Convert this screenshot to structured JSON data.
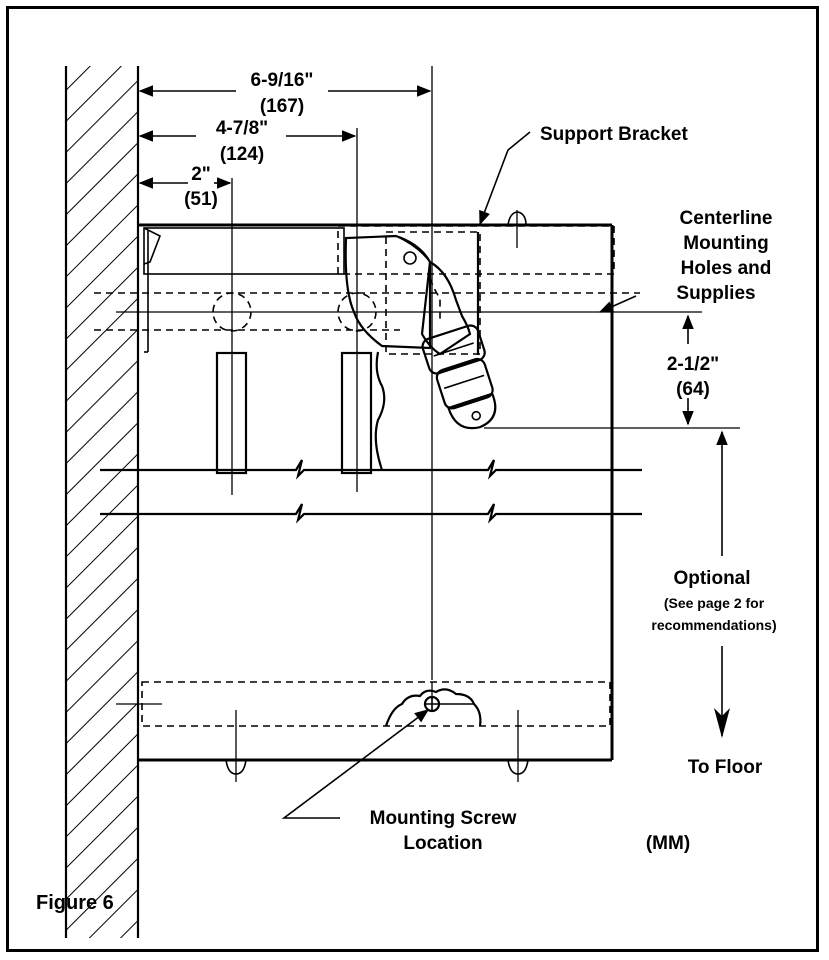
{
  "figure_label": "Figure 6",
  "units_note": "(MM)",
  "dimensions": {
    "d1_in": "6-9/16\"",
    "d1_mm": "(167)",
    "d2_in": "4-7/8\"",
    "d2_mm": "(124)",
    "d3_in": "2\"",
    "d3_mm": "(51)",
    "d4_in": "2-1/2\"",
    "d4_mm": "(64)"
  },
  "callouts": {
    "support_bracket": "Support Bracket",
    "centerline": [
      "Centerline",
      "Mounting",
      "Holes and",
      "Supplies"
    ],
    "optional": "Optional",
    "optional_note": [
      "(See page 2 for",
      "recommendations)"
    ],
    "to_floor": "To Floor",
    "mounting_screw": [
      "Mounting Screw",
      "Location"
    ]
  }
}
